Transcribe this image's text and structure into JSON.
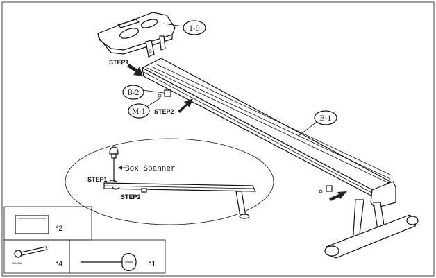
{
  "labels": {
    "part_1_9": "1-9",
    "part_b1": "B-1",
    "part_b2": "B-2",
    "part_m1": "M-1",
    "step1_top": "STEP1",
    "step2_top": "STEP2",
    "step1_detail": "STEP1",
    "step2_detail": "STEP2",
    "box_spanner": "Box Spanner",
    "bolt_size": "M6x16L"
  },
  "parts_table": {
    "washer_count": "*2",
    "bolt_count": "*4",
    "spanner_count": "*1"
  }
}
